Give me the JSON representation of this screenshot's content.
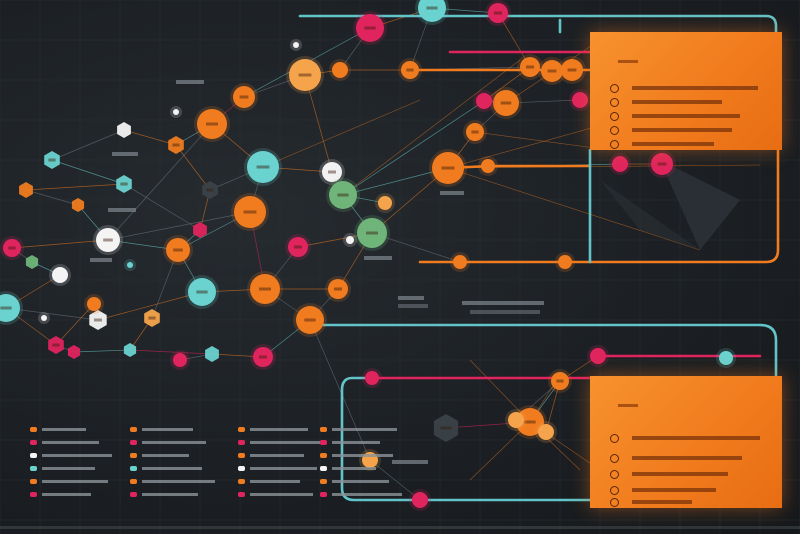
{
  "colors": {
    "background": "#1c2024",
    "orange": "#f07c1f",
    "pink": "#e0245e",
    "teal": "#6ad2cf",
    "green": "#6fb57a",
    "connector": "#62c3c8"
  },
  "panels": {
    "top": {
      "rows": 5
    },
    "bottom": {
      "rows": 5
    }
  },
  "legend": {
    "columns": 4,
    "rows": 6
  }
}
